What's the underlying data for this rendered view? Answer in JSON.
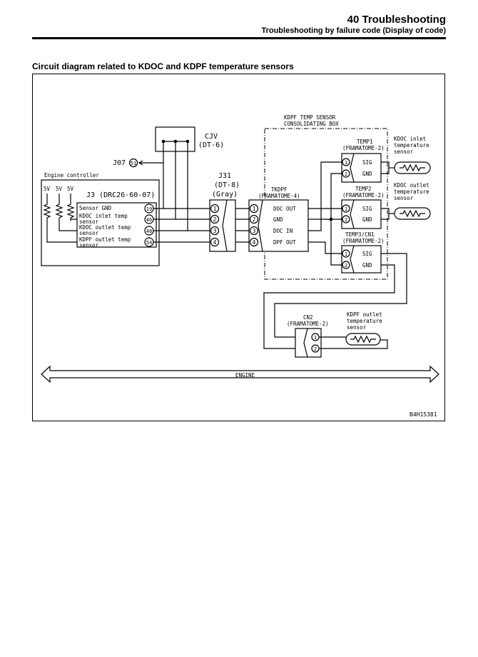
{
  "header": {
    "chapter": "40 Troubleshooting",
    "subtitle": "Troubleshooting by failure code (Display of code)"
  },
  "section_title": "Circuit diagram related to KDOC and KDPF temperature sensors",
  "diagram": {
    "cjv": {
      "name": "CJV",
      "type": "(DT-6)"
    },
    "j07": {
      "label": "J07",
      "pin": "51"
    },
    "engine_controller": {
      "title": "Engine controller",
      "connector": "J3 (DRC26-60-07)",
      "supplies": [
        "5V",
        "5V",
        "5V"
      ],
      "pins": [
        {
          "num": "19",
          "label": [
            "Sensor GND"
          ]
        },
        {
          "num": "46",
          "label": [
            "KDOC inlet temp",
            "sensor"
          ]
        },
        {
          "num": "48",
          "label": [
            "KDOC outlet temp",
            "sensor"
          ]
        },
        {
          "num": "54",
          "label": [
            "KDPF outlet temp",
            "sensor"
          ]
        }
      ]
    },
    "j31": {
      "name": "J31",
      "type": "(DT-8)",
      "color": "(Gray)",
      "pins": [
        "1",
        "2",
        "3",
        "4"
      ]
    },
    "consolidating_box": {
      "title": [
        "KDPF TEMP SENSOR",
        "CONSOLIDATING BOX"
      ]
    },
    "tkdpf": {
      "name": "TKDPF",
      "type": "(FRAMATOME-4)",
      "pins": [
        {
          "num": "1",
          "label": "DOC OUT"
        },
        {
          "num": "2",
          "label": "GND"
        },
        {
          "num": "3",
          "label": "DOC IN"
        },
        {
          "num": "4",
          "label": "DPF OUT"
        }
      ]
    },
    "temp1": {
      "name": "TEMP1",
      "type": "(FRAMATOME-2)",
      "pins": [
        {
          "num": "1",
          "label": "SIG"
        },
        {
          "num": "2",
          "label": "GND"
        }
      ]
    },
    "temp2": {
      "name": "TEMP2",
      "type": "(FRAMATOME-2)",
      "pins": [
        {
          "num": "1",
          "label": "SIG"
        },
        {
          "num": "2",
          "label": "GND"
        }
      ]
    },
    "temp3": {
      "name": "TEMP3/CN1",
      "type": "(FRAMATOME-2)",
      "pins": [
        {
          "num": "1",
          "label": "SIG"
        },
        {
          "num": "2",
          "label": "GND"
        }
      ]
    },
    "kdoc_inlet": {
      "label": [
        "KDOC inlet",
        "temperature",
        "sensor"
      ]
    },
    "kdoc_outlet": {
      "label": [
        "KDOC outlet",
        "temperature",
        "sensor"
      ]
    },
    "cn2": {
      "name": "CN2",
      "type": "(FRAMATOME-2)",
      "pins": [
        "1",
        "2"
      ]
    },
    "kdpf_outlet": {
      "label": [
        "KDPF outlet",
        "temperature",
        "sensor"
      ]
    },
    "engine_label": "ENGINE",
    "figure_id": "B4H15381"
  }
}
